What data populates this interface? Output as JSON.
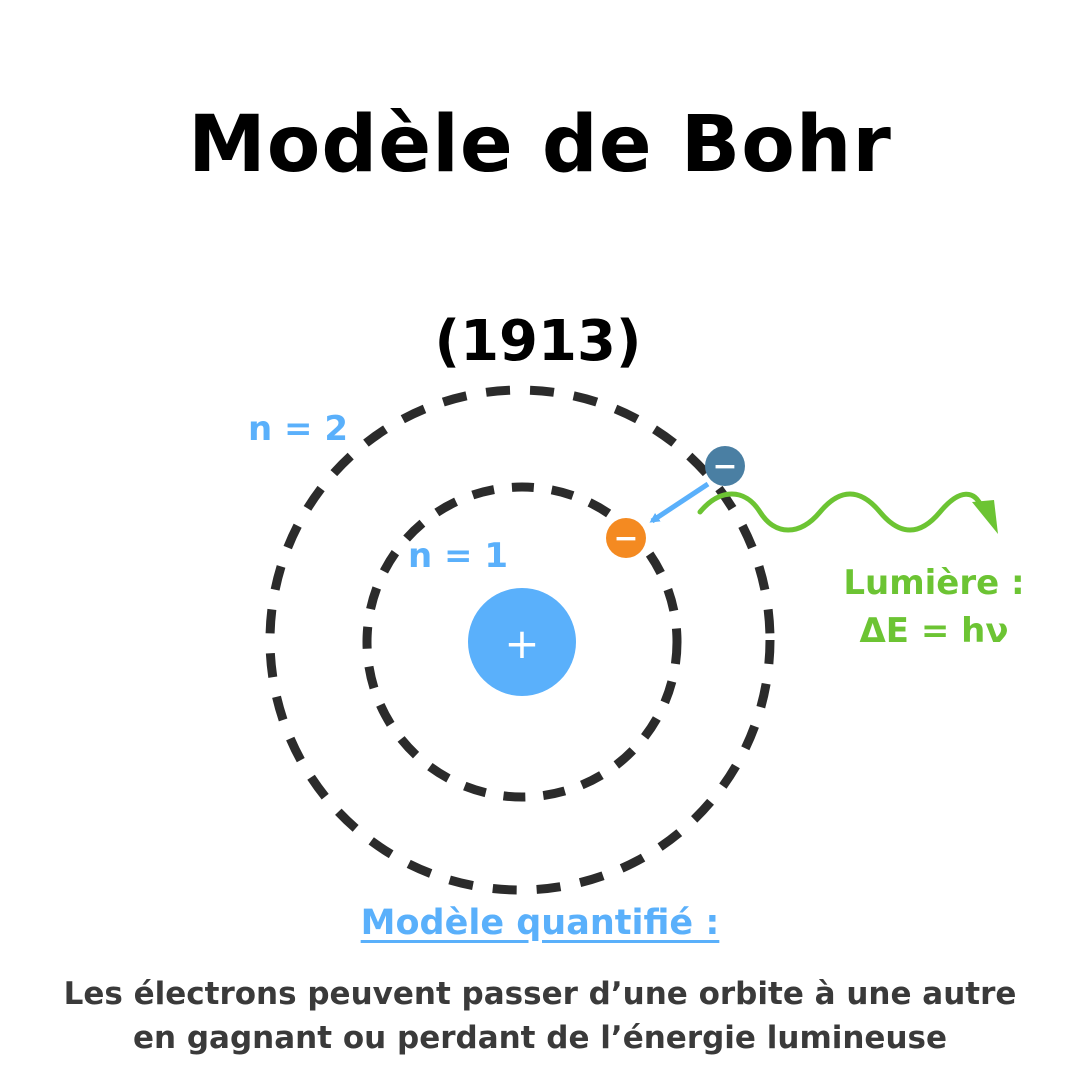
{
  "title": "Modèle de Bohr",
  "year": "(1913)",
  "orbits": {
    "outer_label": "n = 2",
    "inner_label": "n = 1"
  },
  "nucleus": {
    "symbol": "+"
  },
  "electrons": {
    "excited_symbol": "−",
    "ground_symbol": "−"
  },
  "light": {
    "label_line1": "Lumière :",
    "label_line2": "ΔE = hν"
  },
  "caption": {
    "heading": "Modèle quantifié :",
    "line1": "Les électrons peuvent passer d’une orbite à une autre",
    "line2": "en gagnant ou perdant de l’énergie lumineuse"
  },
  "colors": {
    "orbit": "#2b2b2b",
    "nucleus": "#5ab0fb",
    "label_blue": "#5ab0fb",
    "excited_electron": "#4a7fa3",
    "ground_electron": "#f48a21",
    "light_green": "#6cc433",
    "transition_arrow": "#5ab0fb"
  }
}
